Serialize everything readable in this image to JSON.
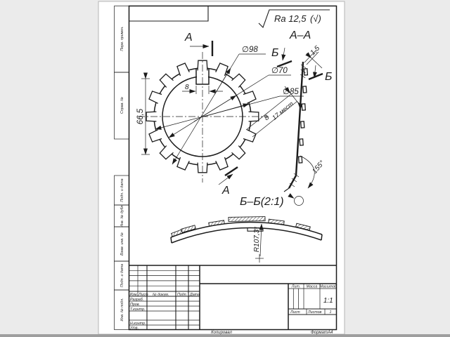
{
  "colors": {
    "ink": "#1c1c1c",
    "paper": "#ffffff",
    "background": "#ebebeb",
    "bottom_edge": "#9e9e9e"
  },
  "roughness": {
    "general": "Ra 12,5",
    "others": "(√)"
  },
  "views": {
    "section_aa": "А–А",
    "section_bb": "Б–Б(2:1)"
  },
  "cutting": {
    "a_top": "А",
    "a_bottom": "А",
    "b_top": "Б",
    "b_bottom": "Б"
  },
  "dims": {
    "d98": "∅98",
    "d70": "∅70",
    "d85": "∅85",
    "height": "66,5",
    "slot_width": "8",
    "tooth_width": "8",
    "places": "17 мест",
    "thickness": "1,5",
    "angle": "155°",
    "radius": "R107,3*"
  },
  "title_block": {
    "izm": "Изм.",
    "list_col": "Лист",
    "doc": "№ докум.",
    "podp": "Подп.",
    "data": "Дата",
    "razrab": "Разраб.",
    "prov": "Пров.",
    "tkontr": "Т.контр.",
    "nkontr": "Н.контр.",
    "utv": "Утв.",
    "lit": "Лит.",
    "massa": "Масса",
    "masshtab": "Масштаб",
    "scale": "1:1",
    "list": "Лист",
    "listov": "Листов",
    "listov_value": "1",
    "kopiroval": "Копировал",
    "format_label": "Формат",
    "format_value": "А4"
  },
  "side_labels": [
    "Перв. примен.",
    "Справ. №",
    "Подп. и дата",
    "Инв. № дубл.",
    "Взам. инв. №",
    "Подп. и дата",
    "Инв. № подл."
  ]
}
